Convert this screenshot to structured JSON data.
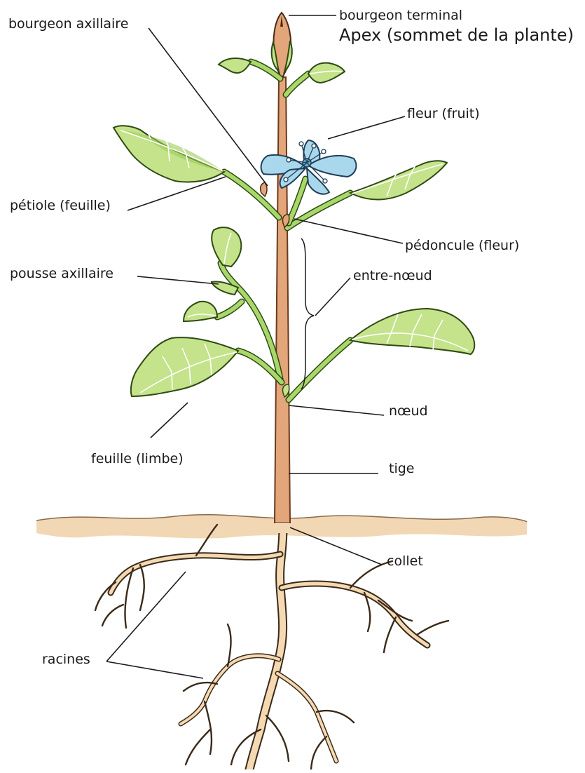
{
  "labels": {
    "bourgeon_terminal": "bourgeon terminal",
    "apex": "Apex (sommet de la plante)",
    "bourgeon_axillaire": "bourgeon axillaire",
    "fleur": "fleur (fruit)",
    "petiole": "pétiole (feuille)",
    "pedoncule": "pédoncule (fleur)",
    "pousse_axillaire": "pousse axillaire",
    "entre_noeud": "entre-nœud",
    "noeud": "nœud",
    "feuille": "feuille (limbe)",
    "tige": "tige",
    "collet": "collet",
    "racines": "racines"
  },
  "colors": {
    "stem": "#e3a57a",
    "leaf": "#c4e38a",
    "flower": "#a9d8ec",
    "soil": "#f2d7b4",
    "root": "#f4d9b2"
  }
}
